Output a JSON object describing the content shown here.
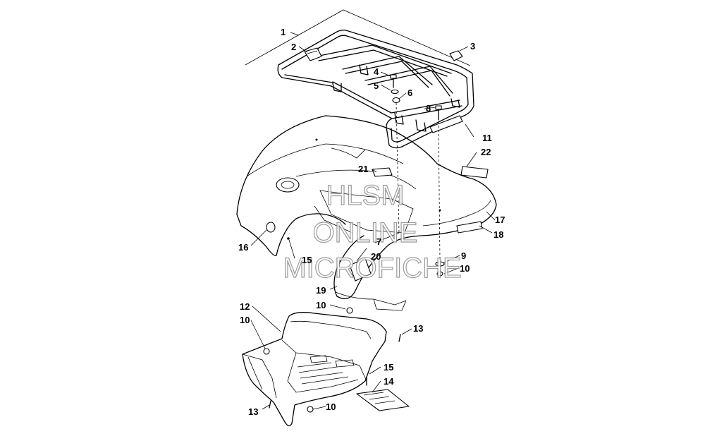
{
  "watermark": {
    "line1": "HLSM",
    "line2": "ONLINE",
    "line3": "MICROFICHE"
  },
  "callouts": {
    "c1": "1",
    "c2": "2",
    "c3": "3",
    "c4": "4",
    "c5": "5",
    "c6": "6",
    "c7": "7",
    "c8": "8",
    "c9": "9",
    "c10a": "10",
    "c10b": "10",
    "c10c": "10",
    "c10d": "10",
    "c11": "11",
    "c12": "12",
    "c13a": "13",
    "c13b": "13",
    "c14": "14",
    "c15a": "15",
    "c15b": "15",
    "c16": "16",
    "c17": "17",
    "c18": "18",
    "c19": "19",
    "c20": "20",
    "c21": "21",
    "c22": "22"
  }
}
